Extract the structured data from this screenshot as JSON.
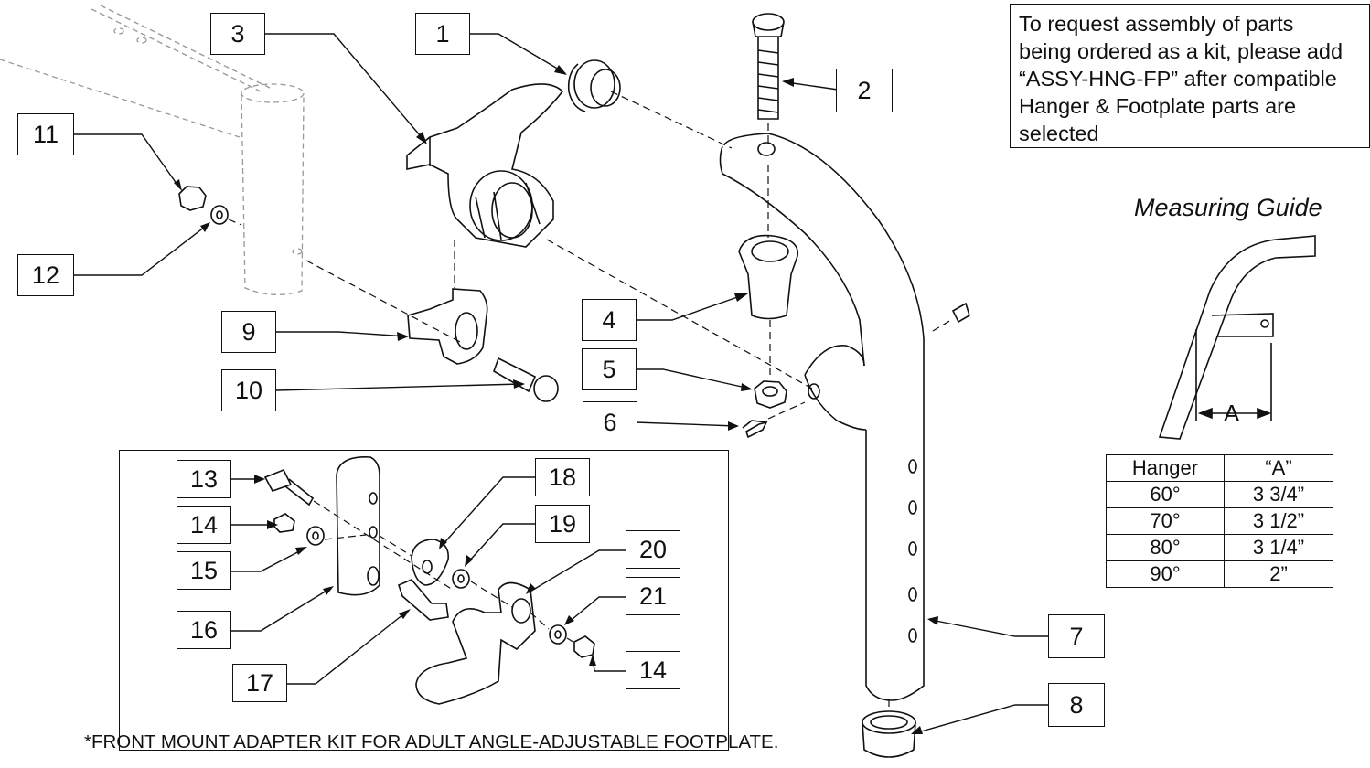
{
  "note": {
    "lines": [
      "To request assembly of parts",
      "being ordered as a kit, please add",
      "“ASSY-HNG-FP” after compatible",
      "Hanger & Footplate parts are",
      "selected"
    ]
  },
  "measuring_guide": {
    "title": "Measuring Guide",
    "dimension_label": "A",
    "table": {
      "headers": [
        "Hanger",
        "“A”"
      ],
      "rows": [
        [
          "60°",
          "3 3/4”"
        ],
        [
          "70°",
          "3 1/2”"
        ],
        [
          "80°",
          "3 1/4”"
        ],
        [
          "90°",
          "2”"
        ]
      ]
    }
  },
  "callouts": [
    "1",
    "2",
    "3",
    "4",
    "5",
    "6",
    "7",
    "8",
    "9",
    "10",
    "11",
    "12",
    "13",
    "14",
    "15",
    "16",
    "17",
    "18",
    "19",
    "20",
    "21",
    "14"
  ],
  "footnote": "*FRONT MOUNT ADAPTER KIT FOR ADULT ANGLE-ADJUSTABLE  FOOTPLATE."
}
